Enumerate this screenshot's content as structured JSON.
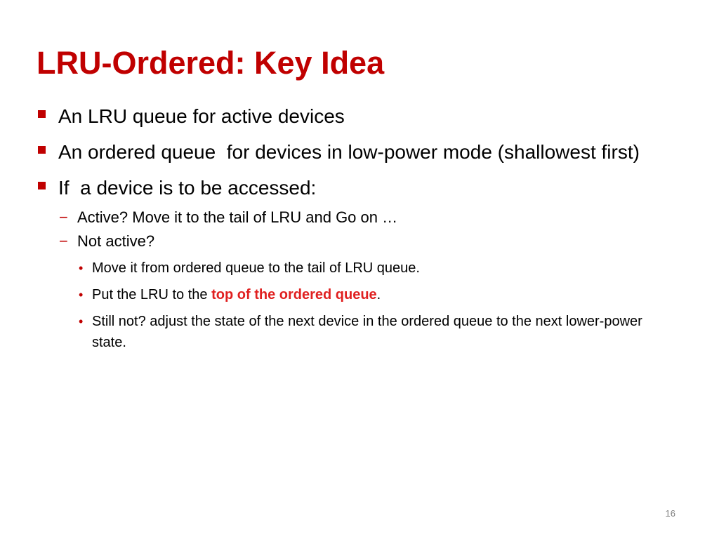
{
  "slide": {
    "title": "LRU-Ordered: Key Idea",
    "bullets": [
      {
        "text": "An LRU queue for active devices"
      },
      {
        "text": "An ordered queue  for devices in low-power mode (shallowest first)"
      },
      {
        "text": "If  a device is to be accessed:"
      }
    ],
    "sub_bullets": [
      {
        "text": "Active? Move it to the tail of LRU and Go on …"
      },
      {
        "text": "Not active?"
      }
    ],
    "sub_sub_bullets": [
      {
        "text": "Move it from ordered queue to the tail of LRU queue."
      },
      {
        "prefix": "Put the LRU to the ",
        "highlight": "top of the ordered queue",
        "suffix": "."
      },
      {
        "text": "Still not? adjust the state of the next device in the ordered queue to the next lower-power state."
      }
    ],
    "page_number": "16",
    "colors": {
      "title": "#c00000",
      "bullet": "#c00000",
      "highlight": "#e02020"
    },
    "icons": {
      "level1_bullet": "square-bullet-icon",
      "level2_bullet": "dash-bullet-icon",
      "level3_bullet": "dot-bullet-icon"
    }
  }
}
